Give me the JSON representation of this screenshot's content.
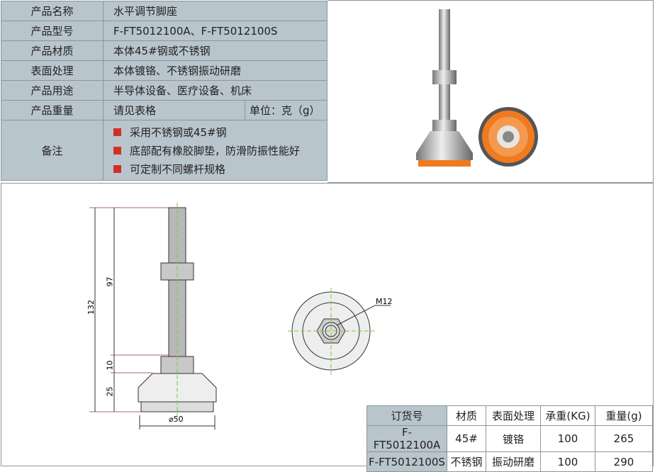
{
  "spec": {
    "rows": [
      {
        "label": "产品名称",
        "value": "水平调节脚座"
      },
      {
        "label": "产品型号",
        "value": "F-FT5012100A、F-FT5012100S"
      },
      {
        "label": "产品材质",
        "value": "本体45#钢或不锈钢"
      },
      {
        "label": "表面处理",
        "value": "本体镀铬、不锈钢振动研磨"
      },
      {
        "label": "产品用途",
        "value": "半导体设备、医疗设备、机床"
      }
    ],
    "weight": {
      "label": "产品重量",
      "value": "请见表格",
      "unit": "单位：克（g）"
    },
    "notes": {
      "label": "备注",
      "items": [
        "采用不锈钢或45#钢",
        "底部配有橡胶脚垫，防滑防振性能好",
        "可定制不同螺杆规格"
      ]
    }
  },
  "drawing": {
    "dim_total": "132",
    "dim_thread": "97",
    "dim_nut": "10",
    "dim_base": "25",
    "dim_diameter": "⌀50",
    "thread_callout": "M12"
  },
  "order_table": {
    "headers": [
      "订货号",
      "材质",
      "表面处理",
      "承重(KG)",
      "重量(g)"
    ],
    "rows": [
      [
        "F-FT5012100A",
        "45#",
        "镀铬",
        "100",
        "265"
      ],
      [
        "F-FT5012100S",
        "不锈钢",
        "振动研磨",
        "100",
        "290"
      ]
    ]
  },
  "colors": {
    "table_bg": "#b9c5cc",
    "bullet": "#d0302a",
    "pad": "#f07a1e"
  }
}
